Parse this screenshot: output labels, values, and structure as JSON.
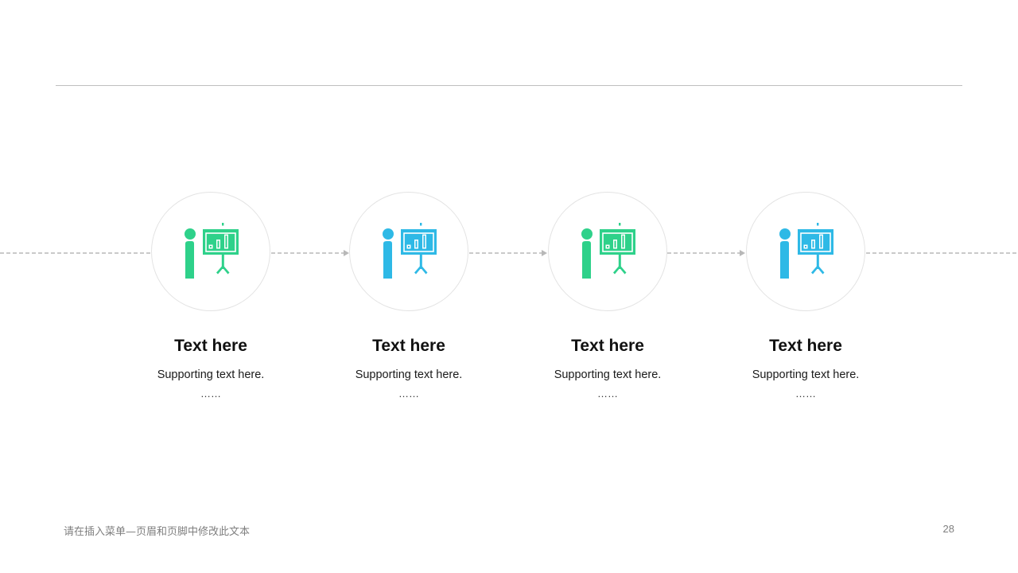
{
  "colors": {
    "green": "#2ed18a",
    "blue": "#2eb9e6",
    "line": "#b8b8b8"
  },
  "steps": [
    {
      "title": "Text here",
      "desc": "Supporting  text here.",
      "more": "……",
      "color": "#2ed18a",
      "icon": "presentation-icon"
    },
    {
      "title": "Text here",
      "desc": "Supporting  text here.",
      "more": "……",
      "color": "#2eb9e6",
      "icon": "presentation-icon"
    },
    {
      "title": "Text here",
      "desc": "Supporting  text here.",
      "more": "……",
      "color": "#2ed18a",
      "icon": "presentation-icon"
    },
    {
      "title": "Text here",
      "desc": "Supporting  text here.",
      "more": "……",
      "color": "#2eb9e6",
      "icon": "presentation-icon"
    }
  ],
  "footer": {
    "text": "请在插入菜单—页眉和页脚中修改此文本",
    "page_number": "28"
  }
}
